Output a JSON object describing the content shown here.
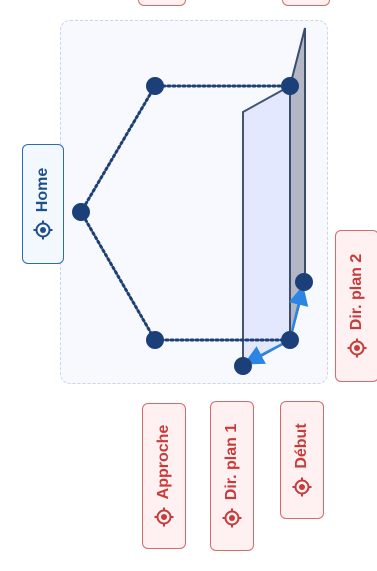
{
  "labels": {
    "home": "Home",
    "approche": "Approche",
    "dir_plan_1": "Dir. plan 1",
    "debut": "Début",
    "dir_plan_2": "Dir. plan 2"
  },
  "colors": {
    "route_line": "#1d3f73",
    "waypoint": "#1b3f78",
    "plane_fill": "#e4e8ff",
    "plane_stroke": "#3a4d70",
    "plane_dark": "#b3b6c4",
    "arrow": "#2b86e3",
    "chip_red_border": "#d96a6a",
    "chip_red_text": "#c93b3b",
    "chip_blue_border": "#2a6bb5",
    "chip_blue_text": "#1f4f8b"
  },
  "icons": {
    "chip_icon": "target-icon"
  }
}
